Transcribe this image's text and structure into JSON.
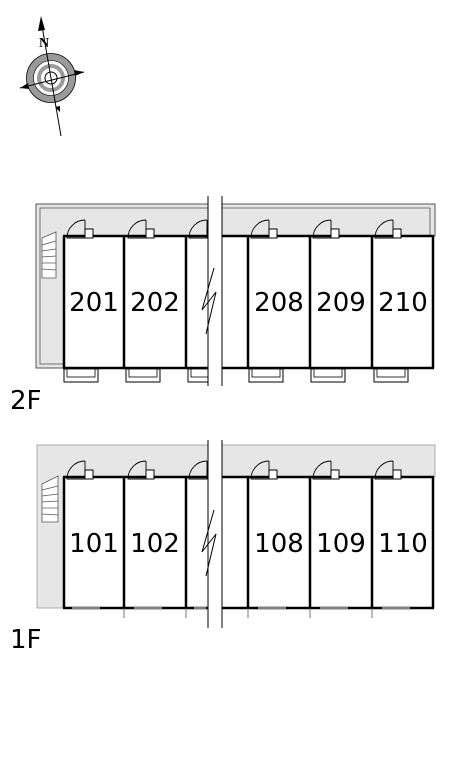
{
  "compass": {
    "north_label": "N",
    "icon": "compass-rose-icon"
  },
  "floors": [
    {
      "label": "2F",
      "units": [
        "201",
        "202",
        "208",
        "209",
        "210"
      ]
    },
    {
      "label": "1F",
      "units": [
        "101",
        "102",
        "108",
        "109",
        "110"
      ]
    }
  ],
  "colors": {
    "corridor": "#e6e6e6",
    "wall": "#000000",
    "line": "#555555"
  }
}
